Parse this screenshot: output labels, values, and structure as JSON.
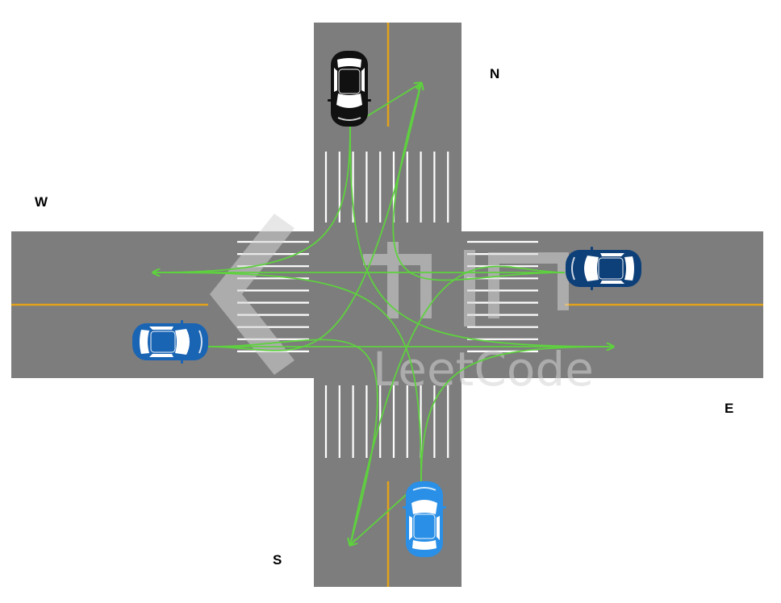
{
  "labels": {
    "north": "N",
    "south": "S",
    "east": "E",
    "west": "W"
  },
  "watermark": {
    "text": "LeetCode"
  },
  "colors": {
    "background": "#ffffff",
    "road": "#7d7d7d",
    "center_line": "#e3a21a",
    "crosswalk": "#ffffff",
    "path": "#5ed13f",
    "watermark": "#d4d4d4"
  },
  "cars": [
    {
      "id": "north",
      "approach": "north",
      "facing": "south",
      "body_color": "#111111"
    },
    {
      "id": "east",
      "approach": "east",
      "facing": "west",
      "body_color": "#0d3f78"
    },
    {
      "id": "south",
      "approach": "south",
      "facing": "north",
      "body_color": "#2a8fe6"
    },
    {
      "id": "west",
      "approach": "west",
      "facing": "east",
      "body_color": "#1a64b4"
    }
  ],
  "paths": [
    {
      "from": "north",
      "to": "south",
      "movement": "straight"
    },
    {
      "from": "north",
      "to": "east",
      "movement": "left"
    },
    {
      "from": "north",
      "to": "west",
      "movement": "right"
    },
    {
      "from": "east",
      "to": "west",
      "movement": "straight"
    },
    {
      "from": "east",
      "to": "south",
      "movement": "left"
    },
    {
      "from": "east",
      "to": "north",
      "movement": "right"
    },
    {
      "from": "south",
      "to": "north",
      "movement": "straight"
    },
    {
      "from": "south",
      "to": "west",
      "movement": "left"
    },
    {
      "from": "south",
      "to": "east",
      "movement": "right"
    },
    {
      "from": "west",
      "to": "east",
      "movement": "straight"
    },
    {
      "from": "west",
      "to": "north",
      "movement": "left"
    },
    {
      "from": "west",
      "to": "south",
      "movement": "right"
    }
  ]
}
